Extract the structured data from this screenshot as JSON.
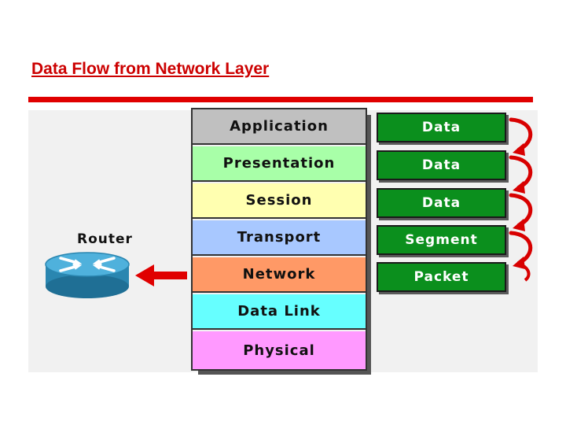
{
  "title": "Data Flow from Network Layer",
  "layers": [
    {
      "name": "Application",
      "color": "#c0c0c0"
    },
    {
      "name": "Presentation",
      "color": "#a8ffa8"
    },
    {
      "name": "Session",
      "color": "#ffffb0"
    },
    {
      "name": "Transport",
      "color": "#a8c8ff"
    },
    {
      "name": "Network",
      "color": "#ff9966"
    },
    {
      "name": "Data Link",
      "color": "#66ffff"
    },
    {
      "name": "Physical",
      "color": "#ff99ff"
    }
  ],
  "pdus": [
    "Data",
    "Data",
    "Data",
    "Segment",
    "Packet"
  ],
  "router": {
    "label": "Router",
    "icon": "router-icon"
  },
  "colors": {
    "title": "#cc0000",
    "pdu_box": "#0b8f1d",
    "arrow": "#e00000",
    "router": "#2f8fb8"
  }
}
